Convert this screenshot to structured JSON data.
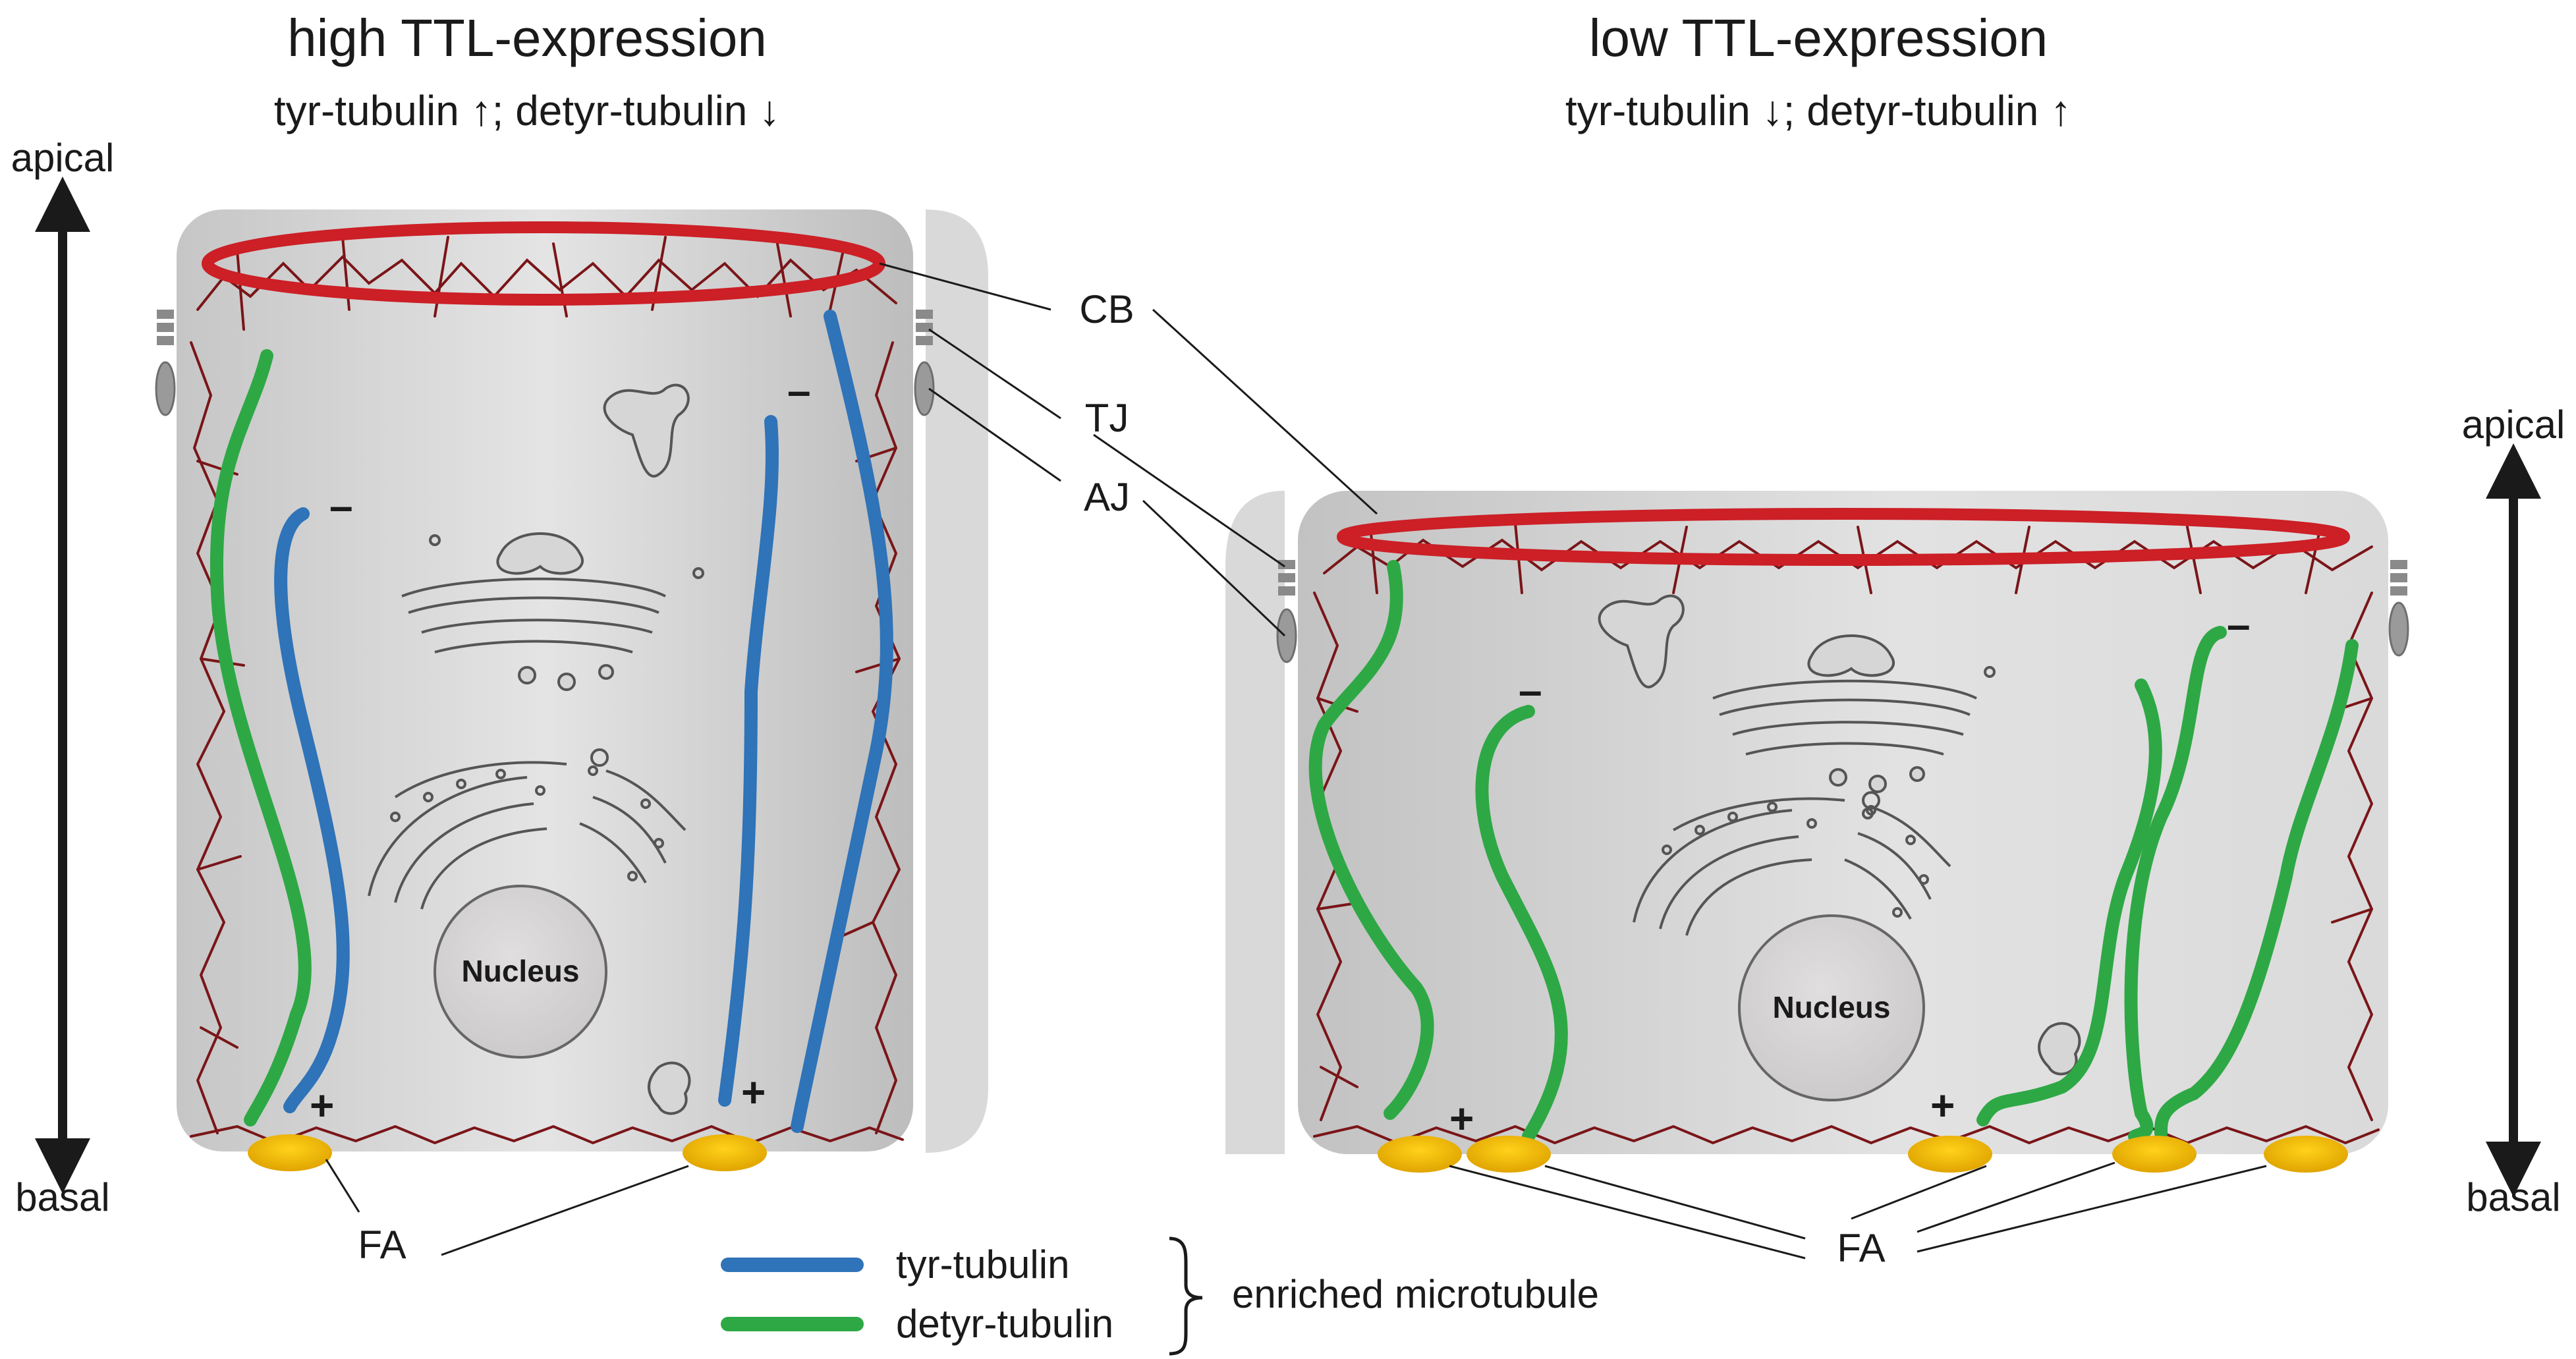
{
  "left_panel": {
    "title": "high TTL-expression",
    "subtitle": "tyr-tubulin ↑; detyr-tubulin ↓",
    "apical": "apical",
    "basal": "basal",
    "nucleus": "Nucleus",
    "fa": "FA"
  },
  "right_panel": {
    "title": "low TTL-expression",
    "subtitle": "tyr-tubulin ↓; detyr-tubulin ↑",
    "apical": "apical",
    "basal": "basal",
    "nucleus": "Nucleus",
    "fa": "FA"
  },
  "junction_labels": {
    "cb": "CB",
    "tj": "TJ",
    "aj": "AJ"
  },
  "signs": {
    "minus": "–",
    "plus": "+"
  },
  "legend": {
    "tyr": "tyr-tubulin",
    "detyr": "detyr-tubulin",
    "group": "enriched microtubule"
  },
  "colors": {
    "tyr_tubulin": "#2f73b8",
    "detyr_tubulin": "#2ea845",
    "cortical_belt": "#cc1f26",
    "actin": "#7a1518",
    "focal_adhesion": "#f2b600",
    "cell": "#d4d4d4"
  }
}
